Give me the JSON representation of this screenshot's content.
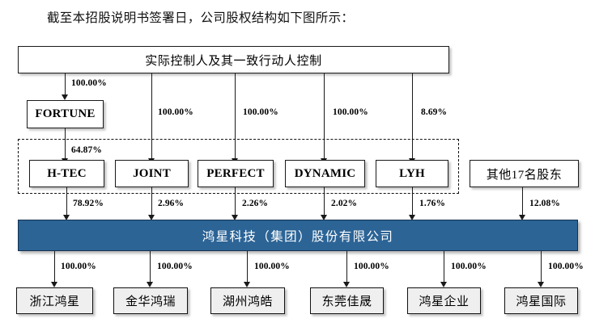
{
  "title": "截至本招股说明书签署日，公司股权结构如下图所示：",
  "colors": {
    "issuer_fill": "#2c6496",
    "issuer_text": "#ffffff",
    "box_border": "#1a1a1a",
    "subsidiary_fill": "#efefef"
  },
  "controller": {
    "label": "实际控制人及其一致行动人控制"
  },
  "intermediate": {
    "label": "FORTUNE",
    "pct_from_controller": "100.00%",
    "pct_to_htec": "64.87%"
  },
  "issuer": {
    "label": "鸿星科技（集团）股份有限公司"
  },
  "dashed_group": {
    "note": "control-group-dashed-outline"
  },
  "shareholders": [
    {
      "label": "H-TEC",
      "pct_from_controller": "",
      "pct_to_issuer": "78.92%"
    },
    {
      "label": "JOINT",
      "pct_from_controller": "100.00%",
      "pct_to_issuer": "2.96%"
    },
    {
      "label": "PERFECT",
      "pct_from_controller": "100.00%",
      "pct_to_issuer": "2.26%"
    },
    {
      "label": "DYNAMIC",
      "pct_from_controller": "100.00%",
      "pct_to_issuer": "2.02%"
    },
    {
      "label": "LYH",
      "pct_from_controller": "8.69%",
      "pct_to_issuer": "1.76%"
    },
    {
      "label": "其他17名股东",
      "pct_from_controller": "",
      "pct_to_issuer": "12.08%"
    }
  ],
  "subsidiaries": [
    {
      "label": "浙江鸿星",
      "pct": "100.00%"
    },
    {
      "label": "金华鸿瑞",
      "pct": "100.00%"
    },
    {
      "label": "湖州鸿皓",
      "pct": "100.00%"
    },
    {
      "label": "东莞佳晟",
      "pct": "100.00%"
    },
    {
      "label": "鸿星企业",
      "pct": "100.00%"
    },
    {
      "label": "鸿星国际",
      "pct": "100.00%"
    }
  ]
}
